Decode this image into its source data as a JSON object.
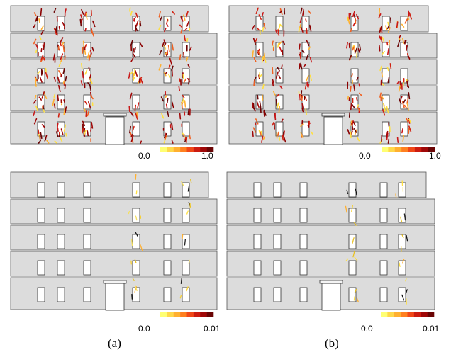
{
  "colormap": [
    "#ffff73",
    "#ffd84a",
    "#ffb030",
    "#ff8020",
    "#f04818",
    "#cc1c10",
    "#a00808",
    "#6a0404"
  ],
  "colors": {
    "wall": "#dcdcdc",
    "outline": "#555555",
    "low_crack": "#ffe040",
    "high_crack": "#8b0000",
    "dark_crack": "#111111"
  },
  "panels": [
    {
      "id": "top-a",
      "scale_min": "0.0",
      "scale_max": "1.0",
      "density": "high"
    },
    {
      "id": "top-b",
      "scale_min": "0.0",
      "scale_max": "1.0",
      "density": "high"
    },
    {
      "id": "bottom-a",
      "scale_min": "0.0",
      "scale_max": "0.01",
      "density": "low"
    },
    {
      "id": "bottom-b",
      "scale_min": "0.0",
      "scale_max": "0.01",
      "density": "low"
    }
  ],
  "captions": {
    "a": "(a)",
    "b": "(b)"
  }
}
